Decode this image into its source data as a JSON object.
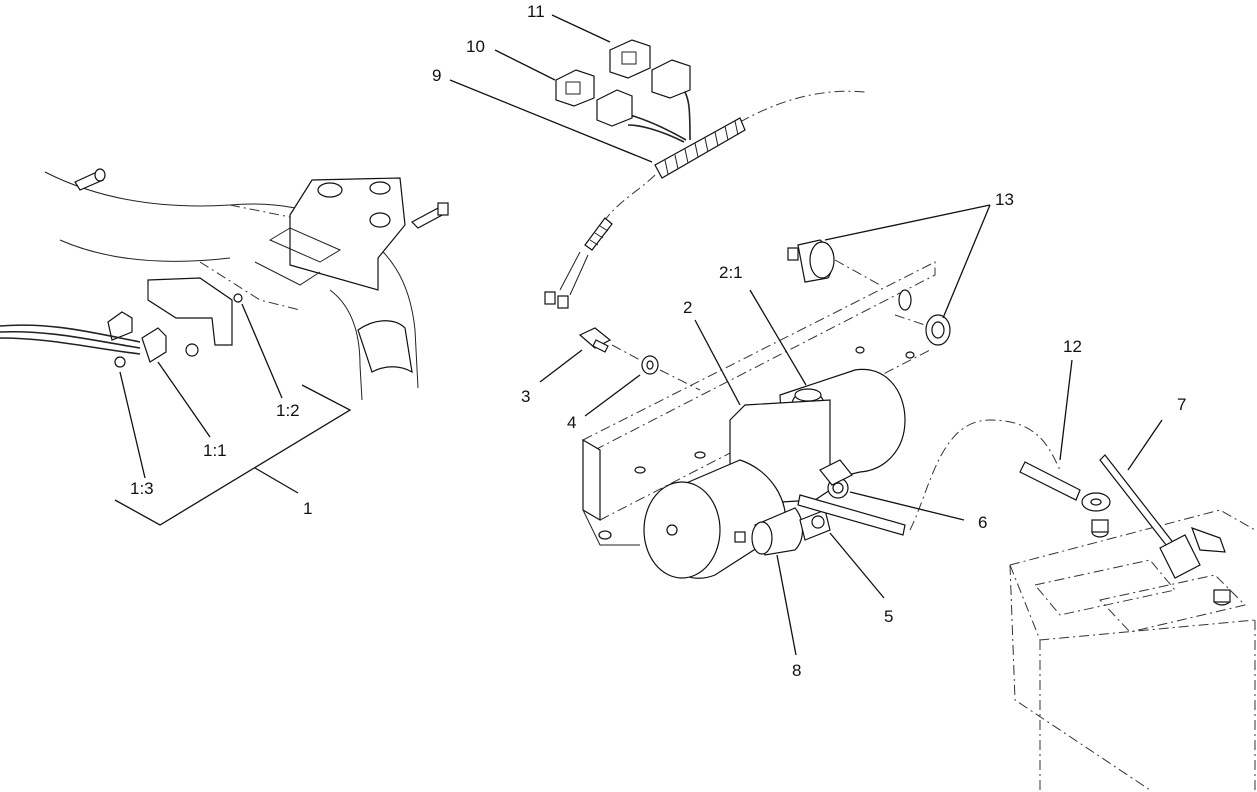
{
  "callouts": {
    "c1": "1",
    "c1_1": "1:1",
    "c1_2": "1:2",
    "c1_3": "1:3",
    "c2": "2",
    "c2_1": "2:1",
    "c3": "3",
    "c4": "4",
    "c5": "5",
    "c6": "6",
    "c7": "7",
    "c8": "8",
    "c9": "9",
    "c10": "10",
    "c11": "11",
    "c12": "12",
    "c13": "13"
  }
}
